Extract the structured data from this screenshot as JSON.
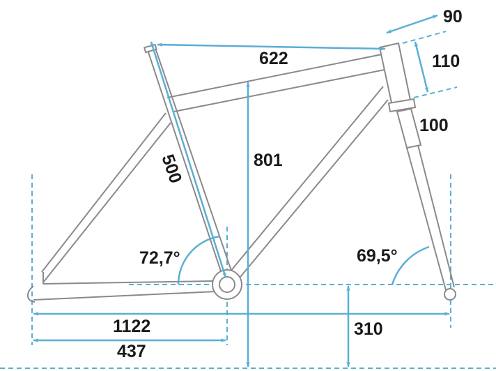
{
  "diagram": {
    "labels": {
      "top_tube": "622",
      "seat_tube": "500",
      "stack": "801",
      "stem": "90",
      "head_tube": "110",
      "fork_offset": "100",
      "seat_angle": "72,7°",
      "head_angle": "69,5°",
      "wheelbase": "1122",
      "chainstay": "437",
      "bb_height": "310"
    },
    "colors": {
      "dimension": "#5aaed4",
      "frame": "#8a8a8a",
      "text": "#1a1a1a"
    }
  }
}
